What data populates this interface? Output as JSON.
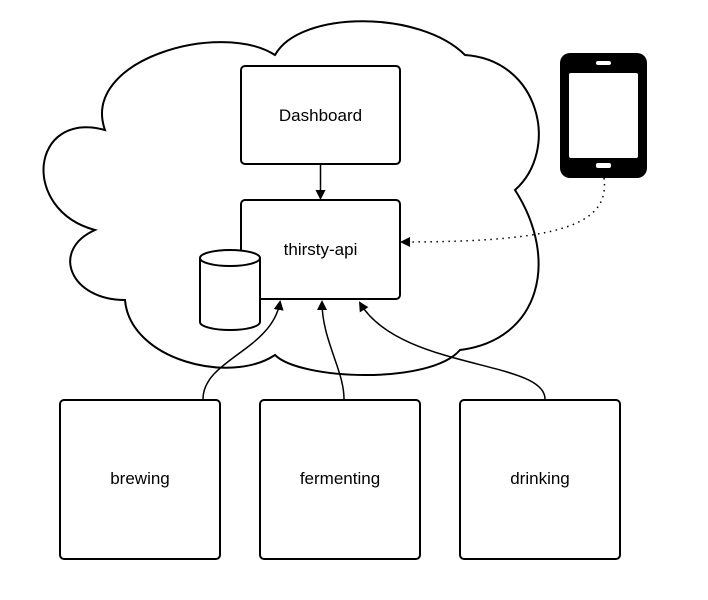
{
  "diagram": {
    "nodes": {
      "dashboard": {
        "label": "Dashboard"
      },
      "api": {
        "label": "thirsty-api"
      },
      "brewing": {
        "label": "brewing"
      },
      "fermenting": {
        "label": "fermenting"
      },
      "drinking": {
        "label": "drinking"
      }
    },
    "icons": {
      "cloud": "cloud-icon",
      "database": "database-icon",
      "phone": "smartphone-icon"
    },
    "edges": [
      {
        "from": "dashboard",
        "to": "api",
        "style": "solid"
      },
      {
        "from": "phone",
        "to": "api",
        "style": "dotted"
      },
      {
        "from": "brewing",
        "to": "api",
        "style": "solid"
      },
      {
        "from": "fermenting",
        "to": "api",
        "style": "solid"
      },
      {
        "from": "drinking",
        "to": "api",
        "style": "solid"
      }
    ],
    "colors": {
      "stroke": "#000000",
      "fill": "#ffffff"
    }
  }
}
